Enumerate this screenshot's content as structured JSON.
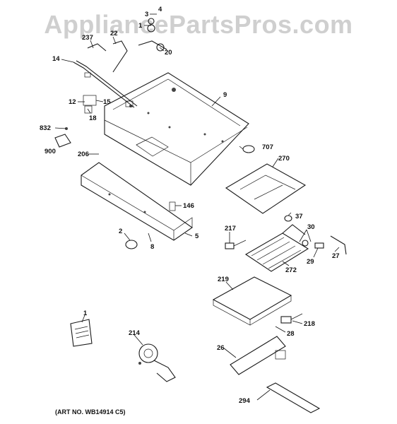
{
  "watermark": "AppliancePartsPros.com",
  "art_number": "(ART NO. WB14914 C5)",
  "callouts": {
    "c3": "3",
    "c4": "4",
    "c1a": "1",
    "c237": "237",
    "c22": "22",
    "c20": "20",
    "c14": "14",
    "c9": "9",
    "c12": "12",
    "c15": "15",
    "c18": "18",
    "c832": "832",
    "c900": "900",
    "c206": "206",
    "c707": "707",
    "c270": "270",
    "c146": "146",
    "c37": "37",
    "c217": "217",
    "c30": "30",
    "c2": "2",
    "c5": "5",
    "c8": "8",
    "c27": "27",
    "c29": "29",
    "c272": "272",
    "c219": "219",
    "c1b": "1",
    "c214": "214",
    "c218": "218",
    "c28": "28",
    "c26": "26",
    "c294": "294"
  },
  "colors": {
    "line": "#1a1a1a",
    "watermark": "#cfcfcf",
    "background": "#ffffff"
  }
}
